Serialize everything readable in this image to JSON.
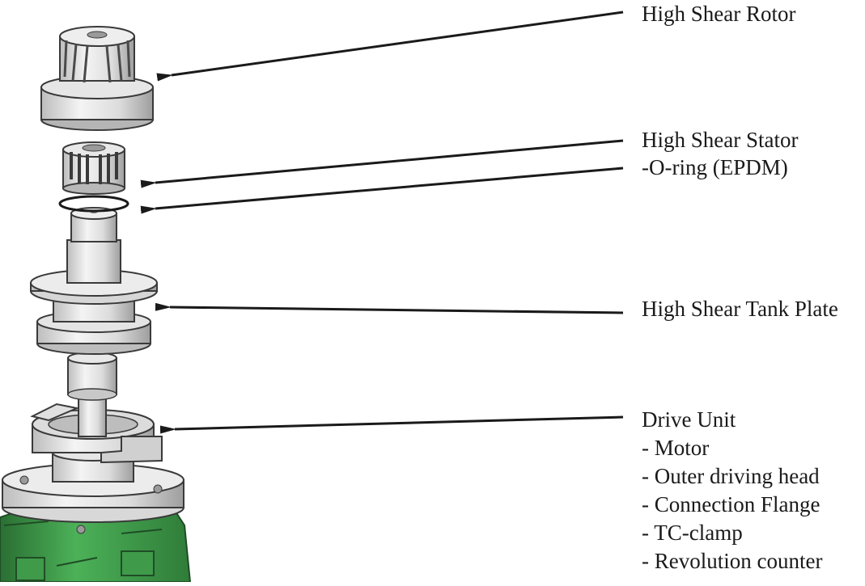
{
  "labels": {
    "rotor": "High Shear Rotor",
    "stator": "High Shear Stator",
    "oring": "-O-ring (EPDM)",
    "tank_plate": "High Shear Tank Plate",
    "drive_unit": "Drive Unit",
    "drive_sub": [
      "- Motor",
      "- Outer driving head",
      "- Connection Flange",
      "- TC-clamp",
      "- Revolution counter"
    ]
  },
  "colors": {
    "metal_light": "#e9e9e9",
    "metal_mid": "#cfcfcf",
    "metal_dark": "#9a9a9a",
    "outline": "#3a3a3a",
    "motor_green": "#3f9a4a",
    "motor_green_dark": "#2a6e33",
    "arrow": "#1a1a1a"
  }
}
